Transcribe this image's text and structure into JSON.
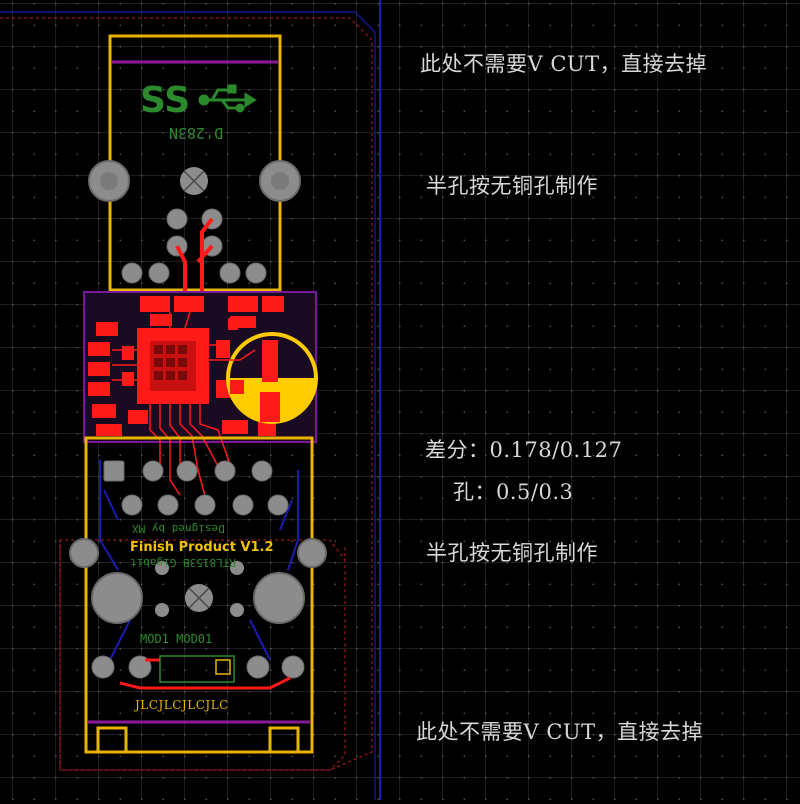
{
  "annotations": {
    "top_vcut": "此处不需要V CUT，直接去掉",
    "half_hole_1": "半孔按无铜孔制作",
    "diff_pair": "差分：0.178/0.127",
    "hole": "孔：0.5/0.3",
    "half_hole_2": "半孔按无铜孔制作",
    "bottom_vcut": "此处不需要V CUT，直接去掉"
  },
  "silkscreen": {
    "usb_logo_text": "SS",
    "version_code": "D'283N",
    "product_title": "Finish Product V1.2",
    "mirror_top": "Designed by MX",
    "mirror_bottom": "RTL8153B Gigabit",
    "mod_label": "MOD1 MOD01",
    "jlc_text": "JLCJLCJLCJLC"
  },
  "colors": {
    "background": "#000000",
    "grid": "#3a3a3a",
    "board_outline": "#e8b400",
    "top_copper": "#ff1a1a",
    "bottom_copper": "#1c1cb0",
    "silk_yellow": "#f2c200",
    "silk_green": "#2c8a2c",
    "pad_gray": "#8c8c8c",
    "keepout_purple": "#7a1a9a",
    "dashed_red": "#c02020"
  },
  "icons": {
    "usb": "usb-icon",
    "crystal": "crystal-icon"
  }
}
